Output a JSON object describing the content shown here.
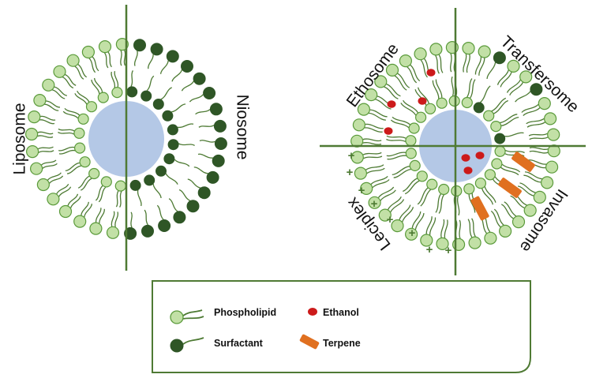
{
  "labels": {
    "liposome": "Liposome",
    "niosome": "Niosome",
    "ethosome": "Ethosome",
    "transfersome": "Transfersome",
    "leciplex": "Leciplex",
    "invasome": "Invasome",
    "plus_sign": "+"
  },
  "legend": {
    "phospholipid": "Phospholipid",
    "surfactant": "Surfactant",
    "ethanol": "Ethanol",
    "terpene": "Terpene"
  },
  "colors": {
    "phospholipid_fill": "#c2e0a6",
    "phospholipid_stroke": "#5a9a3a",
    "surfactant": "#2f5626",
    "core": "#b4c8e6",
    "axis": "#4f7a34",
    "ethanol": "#cc1a1a",
    "terpene": "#e07020",
    "tail": "#4d7a33"
  }
}
